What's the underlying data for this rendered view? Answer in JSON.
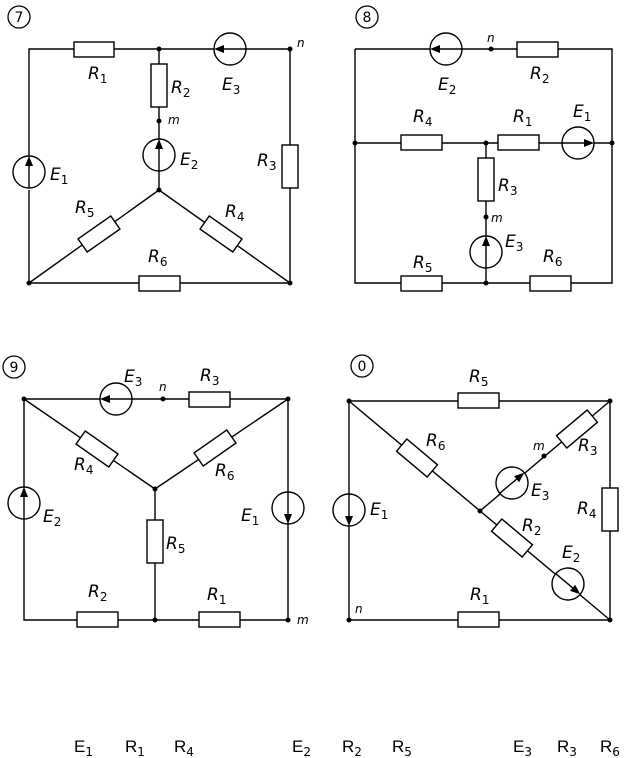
{
  "circuits": [
    {
      "number": "7",
      "resistors": [
        {
          "name": "R",
          "sub": "1"
        },
        {
          "name": "R",
          "sub": "2"
        },
        {
          "name": "R",
          "sub": "3"
        },
        {
          "name": "R",
          "sub": "4"
        },
        {
          "name": "R",
          "sub": "5"
        },
        {
          "name": "R",
          "sub": "6"
        }
      ],
      "sources": [
        {
          "name": "E",
          "sub": "1"
        },
        {
          "name": "E",
          "sub": "2"
        },
        {
          "name": "E",
          "sub": "3"
        }
      ],
      "nodes": [
        "m",
        "n"
      ]
    },
    {
      "number": "8",
      "resistors": [
        {
          "name": "R",
          "sub": "1"
        },
        {
          "name": "R",
          "sub": "2"
        },
        {
          "name": "R",
          "sub": "3"
        },
        {
          "name": "R",
          "sub": "4"
        },
        {
          "name": "R",
          "sub": "5"
        },
        {
          "name": "R",
          "sub": "6"
        }
      ],
      "sources": [
        {
          "name": "E",
          "sub": "1"
        },
        {
          "name": "E",
          "sub": "2"
        },
        {
          "name": "E",
          "sub": "3"
        }
      ],
      "nodes": [
        "m",
        "n"
      ]
    },
    {
      "number": "9",
      "resistors": [
        {
          "name": "R",
          "sub": "1"
        },
        {
          "name": "R",
          "sub": "2"
        },
        {
          "name": "R",
          "sub": "3"
        },
        {
          "name": "R",
          "sub": "4"
        },
        {
          "name": "R",
          "sub": "5"
        },
        {
          "name": "R",
          "sub": "6"
        }
      ],
      "sources": [
        {
          "name": "E",
          "sub": "1"
        },
        {
          "name": "E",
          "sub": "2"
        },
        {
          "name": "E",
          "sub": "3"
        }
      ],
      "nodes": [
        "m",
        "n"
      ]
    },
    {
      "number": "0",
      "resistors": [
        {
          "name": "R",
          "sub": "1"
        },
        {
          "name": "R",
          "sub": "2"
        },
        {
          "name": "R",
          "sub": "3"
        },
        {
          "name": "R",
          "sub": "4"
        },
        {
          "name": "R",
          "sub": "5"
        },
        {
          "name": "R",
          "sub": "6"
        }
      ],
      "sources": [
        {
          "name": "E",
          "sub": "1"
        },
        {
          "name": "E",
          "sub": "2"
        },
        {
          "name": "E",
          "sub": "3"
        }
      ],
      "nodes": [
        "m",
        "n"
      ]
    }
  ],
  "legend": [
    {
      "name": "E",
      "sub": "1"
    },
    {
      "name": "R",
      "sub": "1"
    },
    {
      "name": "R",
      "sub": "4"
    },
    {
      "name": "E",
      "sub": "2"
    },
    {
      "name": "R",
      "sub": "2"
    },
    {
      "name": "R",
      "sub": "5"
    },
    {
      "name": "E",
      "sub": "3"
    },
    {
      "name": "R",
      "sub": "3"
    },
    {
      "name": "R",
      "sub": "6"
    }
  ]
}
